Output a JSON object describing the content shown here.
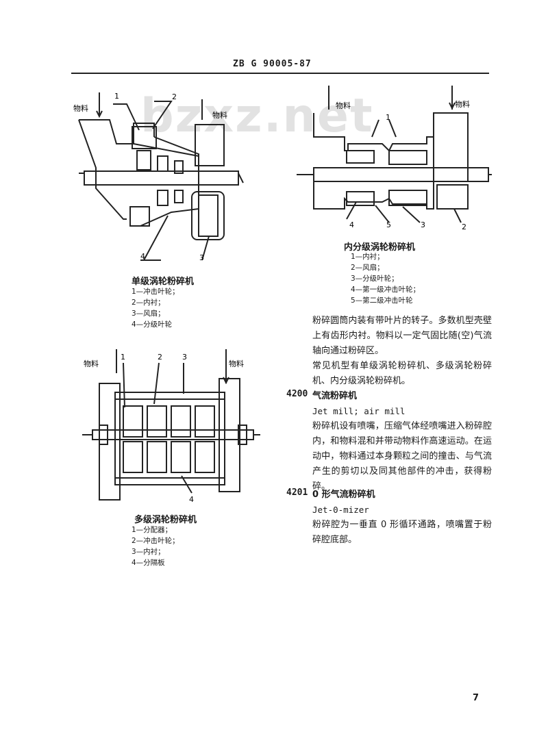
{
  "header": {
    "code": "ZB  G 90005-87"
  },
  "watermark": "bzxz.net",
  "fig1": {
    "caption": "单级涡轮粉碎机",
    "material_label_left": "物料",
    "material_label_right": "物料",
    "callouts": [
      "1",
      "2",
      "3",
      "4"
    ],
    "legend": [
      "1—冲击叶轮；",
      "2—内衬；",
      "3—风扇；",
      "4—分级叶轮"
    ]
  },
  "fig2": {
    "caption": "内分级涡轮粉碎机",
    "material_label_left": "物料",
    "material_label_right": "物料",
    "callouts": [
      "1",
      "2",
      "3",
      "4",
      "5"
    ],
    "legend": [
      "1—内衬；",
      "2—风扇；",
      "3—分级叶轮；",
      "4—第一级冲击叶轮；",
      "5—第二级冲击叶轮"
    ]
  },
  "fig3": {
    "caption": "多级涡轮粉碎机",
    "material_label_left": "物料",
    "material_label_right": "物料",
    "callouts": [
      "1",
      "2",
      "3",
      "4"
    ],
    "legend": [
      "1—分配器；",
      "2—冲击叶轮；",
      "3—内衬；",
      "4—分隔板"
    ]
  },
  "body": {
    "para1": "粉碎圆筒内装有带叶片的转子。多数机型壳壁上有齿形内衬。物料以一定气固比随(空)气流轴向通过粉碎区。",
    "para2": "常见机型有单级涡轮粉碎机、多级涡轮粉碎机、内分级涡轮粉碎机。",
    "entry4200": {
      "number": "4200",
      "title": "气流粉碎机",
      "english": "Jet mill; air mill",
      "text": "粉碎机设有喷嘴，压缩气体经喷嘴进入粉碎腔内，和物料混和并带动物料作高速运动。在运动中，物料通过本身颗粒之间的撞击、与气流产生的剪切以及同其他部件的冲击，获得粉碎。"
    },
    "entry4201": {
      "number": "4201",
      "title": "0 形气流粉碎机",
      "english": "Jet-0-mizer",
      "text": "粉碎腔为一垂直 0 形循环通路，喷嘴置于粉碎腔底部。"
    }
  },
  "page_number": "7"
}
